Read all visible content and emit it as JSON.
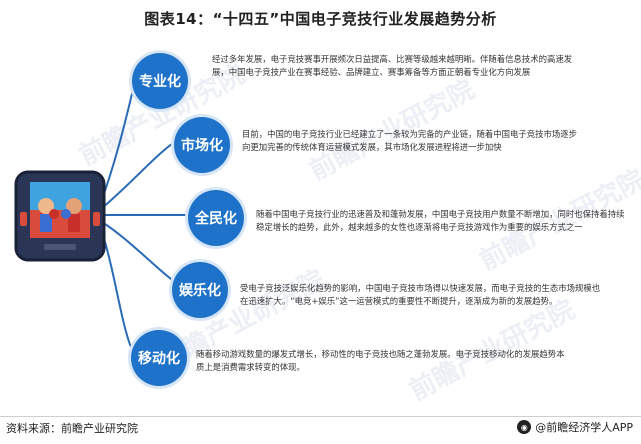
{
  "title": "图表14：“十四五”中国电子竞技行业发展趋势分析",
  "watermark": "前瞻产业研究院",
  "items": [
    {
      "label": "专业化",
      "text": "经过多年发展，电子竞技赛事开展频次日益提高、比赛等级越来越明晰。伴随着信息技术的高速发展，中国电子竞技产业在赛事经验、品牌建立、赛事筹备等方面正朝着专业化方向发展"
    },
    {
      "label": "市场化",
      "text": "目前，中国的电子竞技行业已经建立了一条较为完备的产业链，随着中国电子竞技市场逐步向更加完善的传统体育运营模式发展，其市场化发展进程将进一步加快"
    },
    {
      "label": "全民化",
      "text": "随着中国电子竞技行业的迅速普及和蓬勃发展，中国电子竞技用户数量不断增加，同时也保持着持续稳定增长的趋势，此外，越来越多的女性也逐渐将电子竞技游戏作为重要的娱乐方式之一"
    },
    {
      "label": "娱乐化",
      "text": "受电子竞技泛娱乐化趋势的影响，中国电子竞技市场得以快速发展，而电子竞技的生态市场规模也在迅速扩大。“电竞+娱乐”这一运营模式的重要性不断提升，逐渐成为新的发展趋势。"
    },
    {
      "label": "移动化",
      "text": "随着移动游戏数量的爆发式增长，移动性的电子竞技也随之蓬勃发展。电子竞技移动化的发展趋势本质上是消费需求转变的体现。"
    }
  ],
  "source": "资料来源：前瞻产业研究院",
  "brand": "@前瞻经济学人APP",
  "colors": {
    "node": "#1f72c9",
    "link": "#2a6bb8",
    "hub": "#2e3a59"
  },
  "icons": {
    "hub": "game-console-icon",
    "brand": "qianzhan-logo-icon"
  }
}
